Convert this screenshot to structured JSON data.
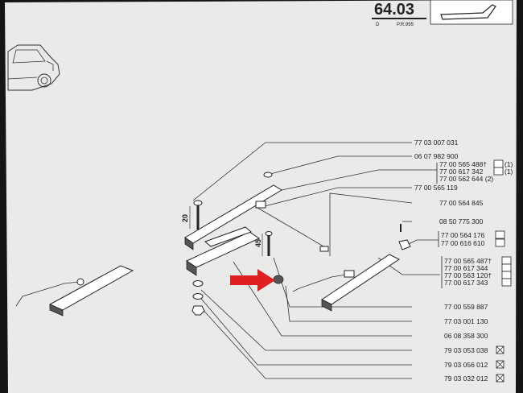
{
  "header": {
    "page_number": "64.03",
    "letter": "D",
    "ref": "P.R.995"
  },
  "dimensions": {
    "bolt_length": "20",
    "stud_length": "45"
  },
  "colors": {
    "paper": "#e9ebe8",
    "arrow": "#e02020",
    "ink": "#222222"
  },
  "parts": [
    {
      "number": "77 03 007 031"
    },
    {
      "number": "06 07 982 900"
    },
    {
      "number": "77 00 565 488",
      "mark": "†",
      "icon": "seat-left-icon",
      "suffix": "(1)"
    },
    {
      "number": "77 00 617 342",
      "icon": "seat-left-icon",
      "suffix": "(1)"
    },
    {
      "number": "77 00 562 644",
      "suffix": "(2)"
    },
    {
      "number": "77 00 565 119"
    },
    {
      "number": "77 00 564 845"
    },
    {
      "number": "08 50 775 300"
    },
    {
      "number": "77 00 564 176",
      "icon": "seat-left-icon"
    },
    {
      "number": "77 00 616 610",
      "icon": "seat-right-icon"
    },
    {
      "number": "77 00 565 487",
      "mark": "†",
      "icon": "seat-left-icon"
    },
    {
      "number": "77 00 617 344",
      "icon": "seat-left-icon"
    },
    {
      "number": "77 00 563 120",
      "mark": "†",
      "icon": "seat-right-icon"
    },
    {
      "number": "77 00 617 343",
      "icon": "seat-right-icon"
    },
    {
      "number": "77 00 559 887"
    },
    {
      "number": "77 03 001 130"
    },
    {
      "number": "06 08 358 300"
    },
    {
      "number": "79 03 053 038",
      "icon": "cross-box-icon"
    },
    {
      "number": "79 03 056 012",
      "icon": "cross-box-icon"
    },
    {
      "number": "79 03 032 012",
      "icon": "cross-box-icon"
    }
  ]
}
